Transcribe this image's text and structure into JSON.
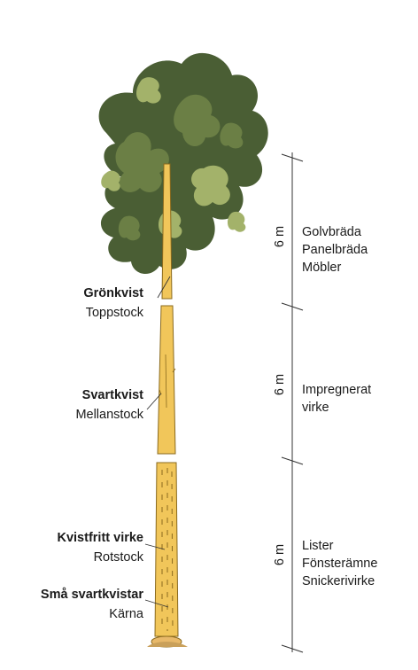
{
  "colors": {
    "wood": "#f1c65a",
    "wood_edge": "#8a6a1e",
    "foliage_dark": "#4a5e34",
    "foliage_mid": "#6b7f45",
    "foliage_light": "#a3b26a",
    "line": "#333333"
  },
  "sections": [
    {
      "knot_type": "Grönkvist",
      "log_name": "Toppstock",
      "length": "6 m",
      "uses": [
        "Golvbräda",
        "Panelbräda",
        "Möbler"
      ]
    },
    {
      "knot_type": "Svartkvist",
      "log_name": "Mellanstock",
      "length": "6 m",
      "uses": [
        "Impregnerat",
        "virke"
      ]
    },
    {
      "knot_type": "Kvistfritt virke",
      "log_name": "Rotstock",
      "length": "6 m",
      "uses": [
        "Lister",
        "Fönsterämne",
        "Snickerivirke"
      ]
    }
  ],
  "core": {
    "knot_type": "Små svartkvistar",
    "name": "Kärna"
  },
  "icons": [
    "pine-crown-illustration",
    "log-trunk-illustration",
    "stump-illustration"
  ]
}
